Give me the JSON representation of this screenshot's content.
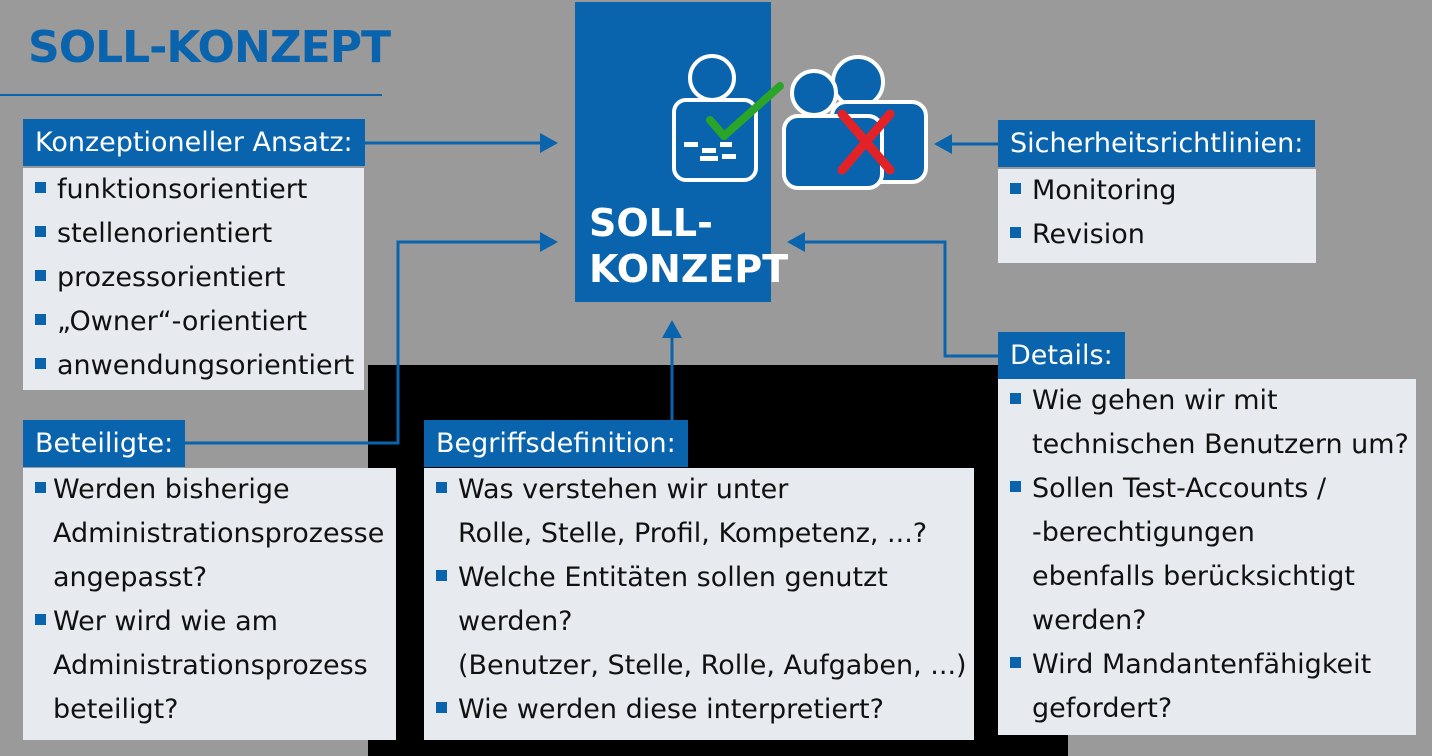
{
  "title": "SOLL-KONZEPT",
  "center": {
    "line1": "SOLL-",
    "line2": "KONZEPT"
  },
  "ansatz": {
    "header": "Konzeptioneller Ansatz:",
    "items": [
      "funktionsorientiert",
      "stellenorientiert",
      "prozessorientiert",
      "„Owner“-orientiert",
      "anwendungsorientiert"
    ]
  },
  "sicherheit": {
    "header": "Sicherheitsrichtlinien:",
    "items": [
      "Monitoring",
      "Revision"
    ]
  },
  "beteiligte": {
    "header": "Beteiligte:",
    "items": [
      [
        "Werden bisherige",
        "Administrationsprozesse",
        "angepasst?"
      ],
      [
        "Wer wird wie am",
        "Administrationsprozess",
        "beteiligt?"
      ]
    ]
  },
  "begriff": {
    "header": "Begriffsdefinition:",
    "items": [
      [
        "Was verstehen wir unter",
        "Rolle, Stelle, Profil, Kompetenz, ...?"
      ],
      [
        "Welche Entitäten sollen genutzt",
        "werden?",
        "(Benutzer, Stelle, Rolle, Aufgaben, ...)"
      ],
      [
        "Wie werden diese interpretiert?"
      ]
    ]
  },
  "details": {
    "header": "Details:",
    "items": [
      [
        "Wie gehen wir mit",
        "technischen Benutzern um?"
      ],
      [
        "Sollen Test-Accounts /",
        "-berechtigungen",
        "ebenfalls berücksichtigt",
        "werden?"
      ],
      [
        "Wird Mandantenfähigkeit",
        "gefordert?"
      ]
    ]
  },
  "icons": [
    "approved-user-icon",
    "rejected-users-icon"
  ],
  "colors": {
    "accent": "#0a64ad",
    "background": "#9a9a9a",
    "box": "#e7ebf0",
    "check": "#2aa52a",
    "cross": "#e32227"
  }
}
